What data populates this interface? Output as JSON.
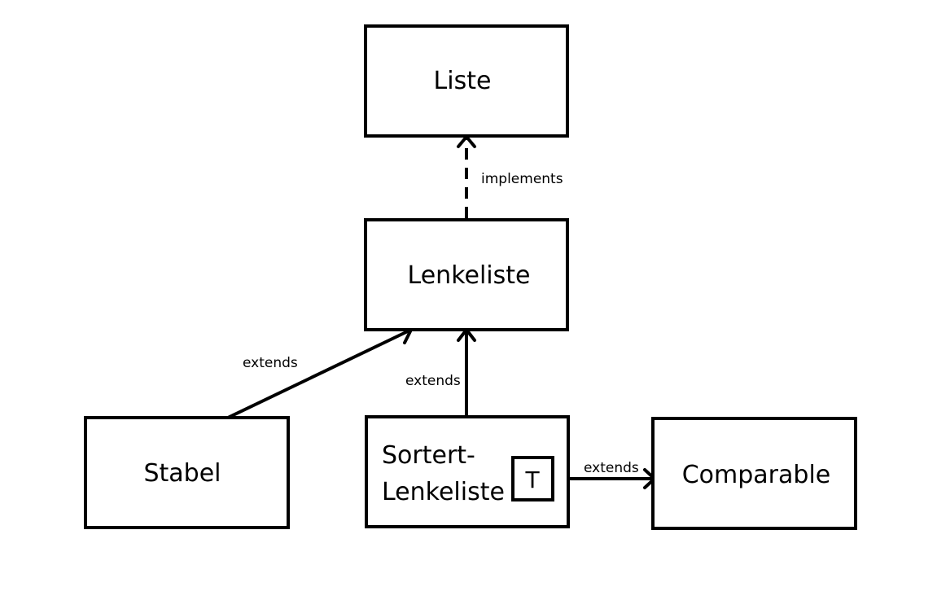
{
  "nodes": {
    "liste": {
      "label": "Liste"
    },
    "lenkeliste": {
      "label": "Lenkeliste"
    },
    "stabel": {
      "label": "Stabel"
    },
    "sortert_lenkeliste": {
      "label_line1": "Sortert-",
      "label_line2": "Lenkeliste",
      "type_param": "T"
    },
    "comparable": {
      "label": "Comparable"
    }
  },
  "edges": {
    "lenkeliste_to_liste": {
      "label": "implements",
      "style": "dashed"
    },
    "stabel_to_lenkeliste": {
      "label": "extends",
      "style": "solid"
    },
    "sortert_to_lenkeliste": {
      "label": "extends",
      "style": "solid"
    },
    "typeparam_to_comparable": {
      "label": "extends",
      "style": "solid"
    }
  },
  "colors": {
    "stroke": "#000000",
    "background": "#ffffff"
  }
}
